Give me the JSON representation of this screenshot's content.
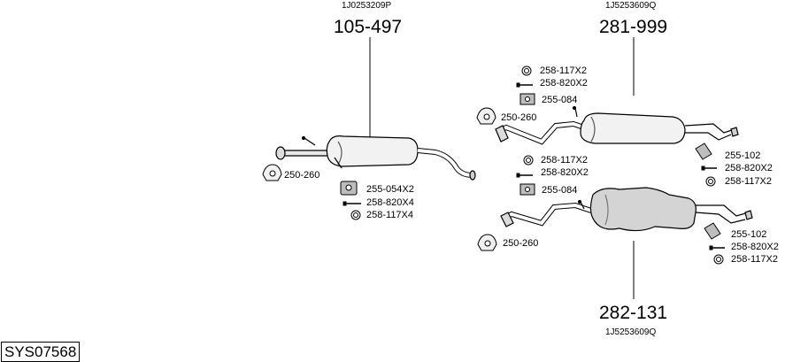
{
  "system_code": "SYS07568",
  "assemblies": {
    "a1": {
      "oem": "1J0253209P",
      "part": "105-497"
    },
    "a2": {
      "oem": "1J5253609Q",
      "part": "281-999"
    },
    "a3": {
      "oem": "1J5253609Q",
      "part": "282-131"
    }
  },
  "accessories": {
    "a1": [
      "250-260",
      "255-054X2",
      "258-820X4",
      "258-117X4"
    ],
    "a2_top": [
      "258-117X2",
      "258-820X2",
      "255-084",
      "250-260"
    ],
    "a2_right": [
      "255-102",
      "258-820X2",
      "258-117X2"
    ],
    "a3_top": [
      "258-117X2",
      "258-820X2",
      "255-084"
    ],
    "a3_left": [
      "250-260"
    ],
    "a3_right": [
      "255-102",
      "258-820X2",
      "258-117X2"
    ]
  }
}
